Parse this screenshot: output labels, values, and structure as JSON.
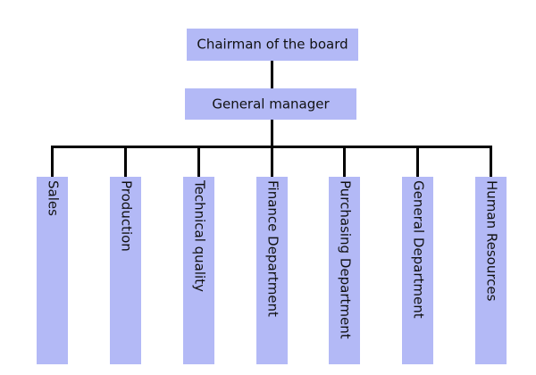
{
  "org_chart": {
    "top": {
      "label": "Chairman of the board"
    },
    "manager": {
      "label": "General manager"
    },
    "departments": [
      {
        "label": "Sales"
      },
      {
        "label": "Production"
      },
      {
        "label": "Technical quality"
      },
      {
        "label": "Finance Department"
      },
      {
        "label": "Purchasing Department"
      },
      {
        "label": "General Department"
      },
      {
        "label": "Human Resources"
      }
    ],
    "colors": {
      "box_fill": "#b3b9f6",
      "connector": "#000000",
      "background": "#ffffff"
    }
  }
}
